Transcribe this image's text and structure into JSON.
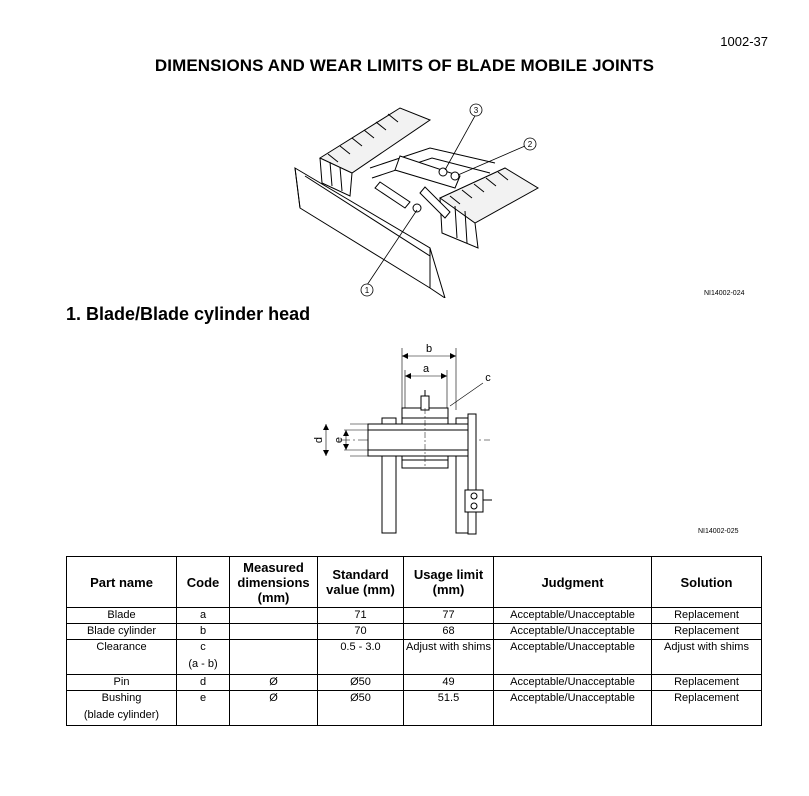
{
  "page_number": "1002-37",
  "title": "DIMENSIONS AND WEAR LIMITS OF BLADE MOBILE JOINTS",
  "figure1": {
    "callouts": [
      "1",
      "2",
      "3"
    ],
    "code": "NI14002-024"
  },
  "section_heading": "1. Blade/Blade cylinder head",
  "figure2": {
    "labels": {
      "a": "a",
      "b": "b",
      "c": "c",
      "d": "d",
      "e": "e"
    },
    "code": "NI14002-025"
  },
  "table": {
    "headers": {
      "part_name": "Part name",
      "code": "Code",
      "measured": "Measured dimensions (mm)",
      "standard": "Standard value (mm)",
      "usage": "Usage limit (mm)",
      "judgment": "Judgment",
      "solution": "Solution"
    },
    "rows": [
      {
        "part": "Blade",
        "part2": "",
        "code": "a",
        "code2": "",
        "measured": "",
        "standard": "71",
        "usage": "77",
        "judgment": "Acceptable/Unacceptable",
        "solution": "Replacement"
      },
      {
        "part": "Blade cylinder",
        "part2": "",
        "code": "b",
        "code2": "",
        "measured": "",
        "standard": "70",
        "usage": "68",
        "judgment": "Acceptable/Unacceptable",
        "solution": "Replacement"
      },
      {
        "part": "Clearance",
        "part2": "",
        "code": "c",
        "code2": "(a - b)",
        "measured": "",
        "standard": "0.5 - 3.0",
        "usage": "Adjust with shims",
        "judgment": "Acceptable/Unacceptable",
        "solution": "Adjust with shims"
      },
      {
        "part": "Pin",
        "part2": "",
        "code": "d",
        "code2": "",
        "measured": "Ø",
        "standard": "Ø50",
        "usage": "49",
        "judgment": "Acceptable/Unacceptable",
        "solution": "Replacement"
      },
      {
        "part": "Bushing",
        "part2": "(blade cylinder)",
        "code": "e",
        "code2": "",
        "measured": "Ø",
        "standard": "Ø50",
        "usage": "51.5",
        "judgment": "Acceptable/Unacceptable",
        "solution": "Replacement"
      }
    ]
  }
}
